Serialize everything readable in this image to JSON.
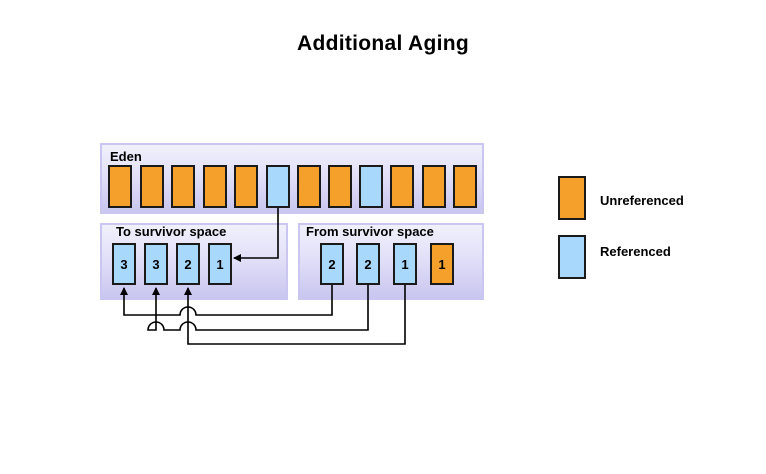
{
  "title": "Additional Aging",
  "regions": {
    "eden": "Eden",
    "to_survivor": "To survivor  space",
    "from_survivor": "From survivor  space"
  },
  "eden_objects": [
    "unreferenced",
    "unreferenced",
    "unreferenced",
    "unreferenced",
    "unreferenced",
    "referenced",
    "unreferenced",
    "unreferenced",
    "referenced",
    "unreferenced",
    "unreferenced",
    "unreferenced"
  ],
  "to_survivor_objects": [
    {
      "age": "3",
      "state": "referenced"
    },
    {
      "age": "3",
      "state": "referenced"
    },
    {
      "age": "2",
      "state": "referenced"
    },
    {
      "age": "1",
      "state": "referenced"
    }
  ],
  "from_survivor_objects": [
    {
      "age": "2",
      "state": "referenced"
    },
    {
      "age": "2",
      "state": "referenced"
    },
    {
      "age": "1",
      "state": "referenced"
    },
    {
      "age": "1",
      "state": "unreferenced"
    }
  ],
  "legend": {
    "unreferenced": "Unreferenced",
    "referenced": "Referenced"
  },
  "colors": {
    "unreferenced": "#f5a02a",
    "referenced": "#a8d8fb",
    "region_fill": "#dcdaf6",
    "region_border": "#c9c6f2"
  }
}
